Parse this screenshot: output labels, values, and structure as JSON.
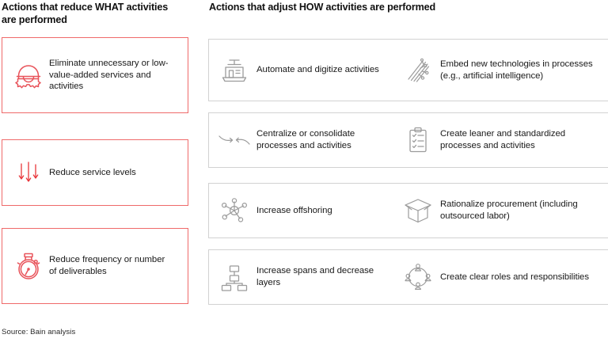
{
  "colors": {
    "accent_red": "#e8353a",
    "card_border_red": "#ef6a6a",
    "card_border_gray": "#d2d2d2",
    "icon_gray": "#9b9b9b",
    "text": "#1a1a1a",
    "background": "#ffffff"
  },
  "headers": {
    "left": "Actions that reduce WHAT activities are performed",
    "right": "Actions that adjust HOW activities are performed"
  },
  "left_column": {
    "items": [
      {
        "icon": "gear-icon",
        "label": "Eliminate unnecessary or low-value-added services and activities"
      },
      {
        "icon": "down-arrows-icon",
        "label": "Reduce service levels"
      },
      {
        "icon": "stopwatch-icon",
        "label": "Reduce frequency or number of deliverables"
      }
    ]
  },
  "right_column": {
    "rows": [
      {
        "left": {
          "icon": "laptop-automation-icon",
          "label": "Automate and digitize activities"
        },
        "right": {
          "icon": "circuit-ai-icon",
          "label": "Embed new technologies in processes (e.g., artificial intelligence)"
        }
      },
      {
        "left": {
          "icon": "converging-arrows-icon",
          "label": "Centralize or consolidate processes and activities"
        },
        "right": {
          "icon": "clipboard-checklist-icon",
          "label": "Create leaner and standardized processes and activities"
        }
      },
      {
        "left": {
          "icon": "network-hub-icon",
          "label": "Increase offshoring"
        },
        "right": {
          "icon": "open-box-icon",
          "label": "Rationalize procurement (including outsourced labor)"
        }
      },
      {
        "left": {
          "icon": "org-chart-icon",
          "label": "Increase spans and decrease layers"
        },
        "right": {
          "icon": "team-circle-icon",
          "label": "Create clear roles and responsibilities"
        }
      }
    ]
  },
  "footer": {
    "source": "Source: Bain analysis"
  }
}
